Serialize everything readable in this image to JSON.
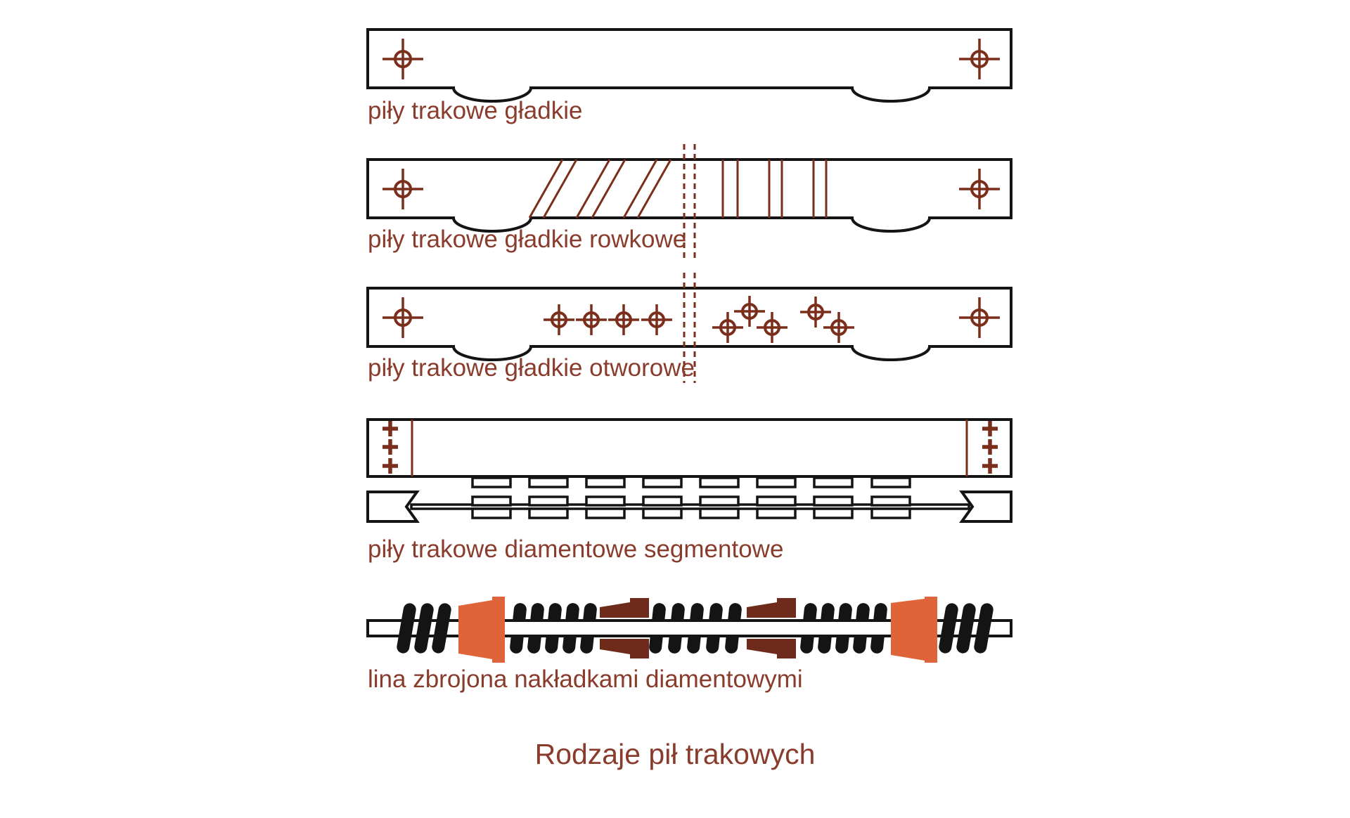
{
  "title": "Rodzaje pił trakowych",
  "figures": [
    {
      "id": "smooth-saw",
      "label": "piły trakowe gładkie"
    },
    {
      "id": "grooved-saw",
      "label": "piły trakowe gładkie rowkowe"
    },
    {
      "id": "perforated-saw",
      "label": "piły trakowe gładkie otworowe"
    },
    {
      "id": "diamond-segmented-saw",
      "label": "piły trakowe diamentowe segmentowe"
    },
    {
      "id": "diamond-wire",
      "label": "lina zbrojona nakładkami diamentowymi"
    }
  ],
  "colors": {
    "background": "#ffffff",
    "ink": "#141414",
    "line_brown": "#7a2e1b",
    "text_brown": "#8a3c2c",
    "orange": "#e0643a",
    "maroon": "#6e2b1b"
  }
}
